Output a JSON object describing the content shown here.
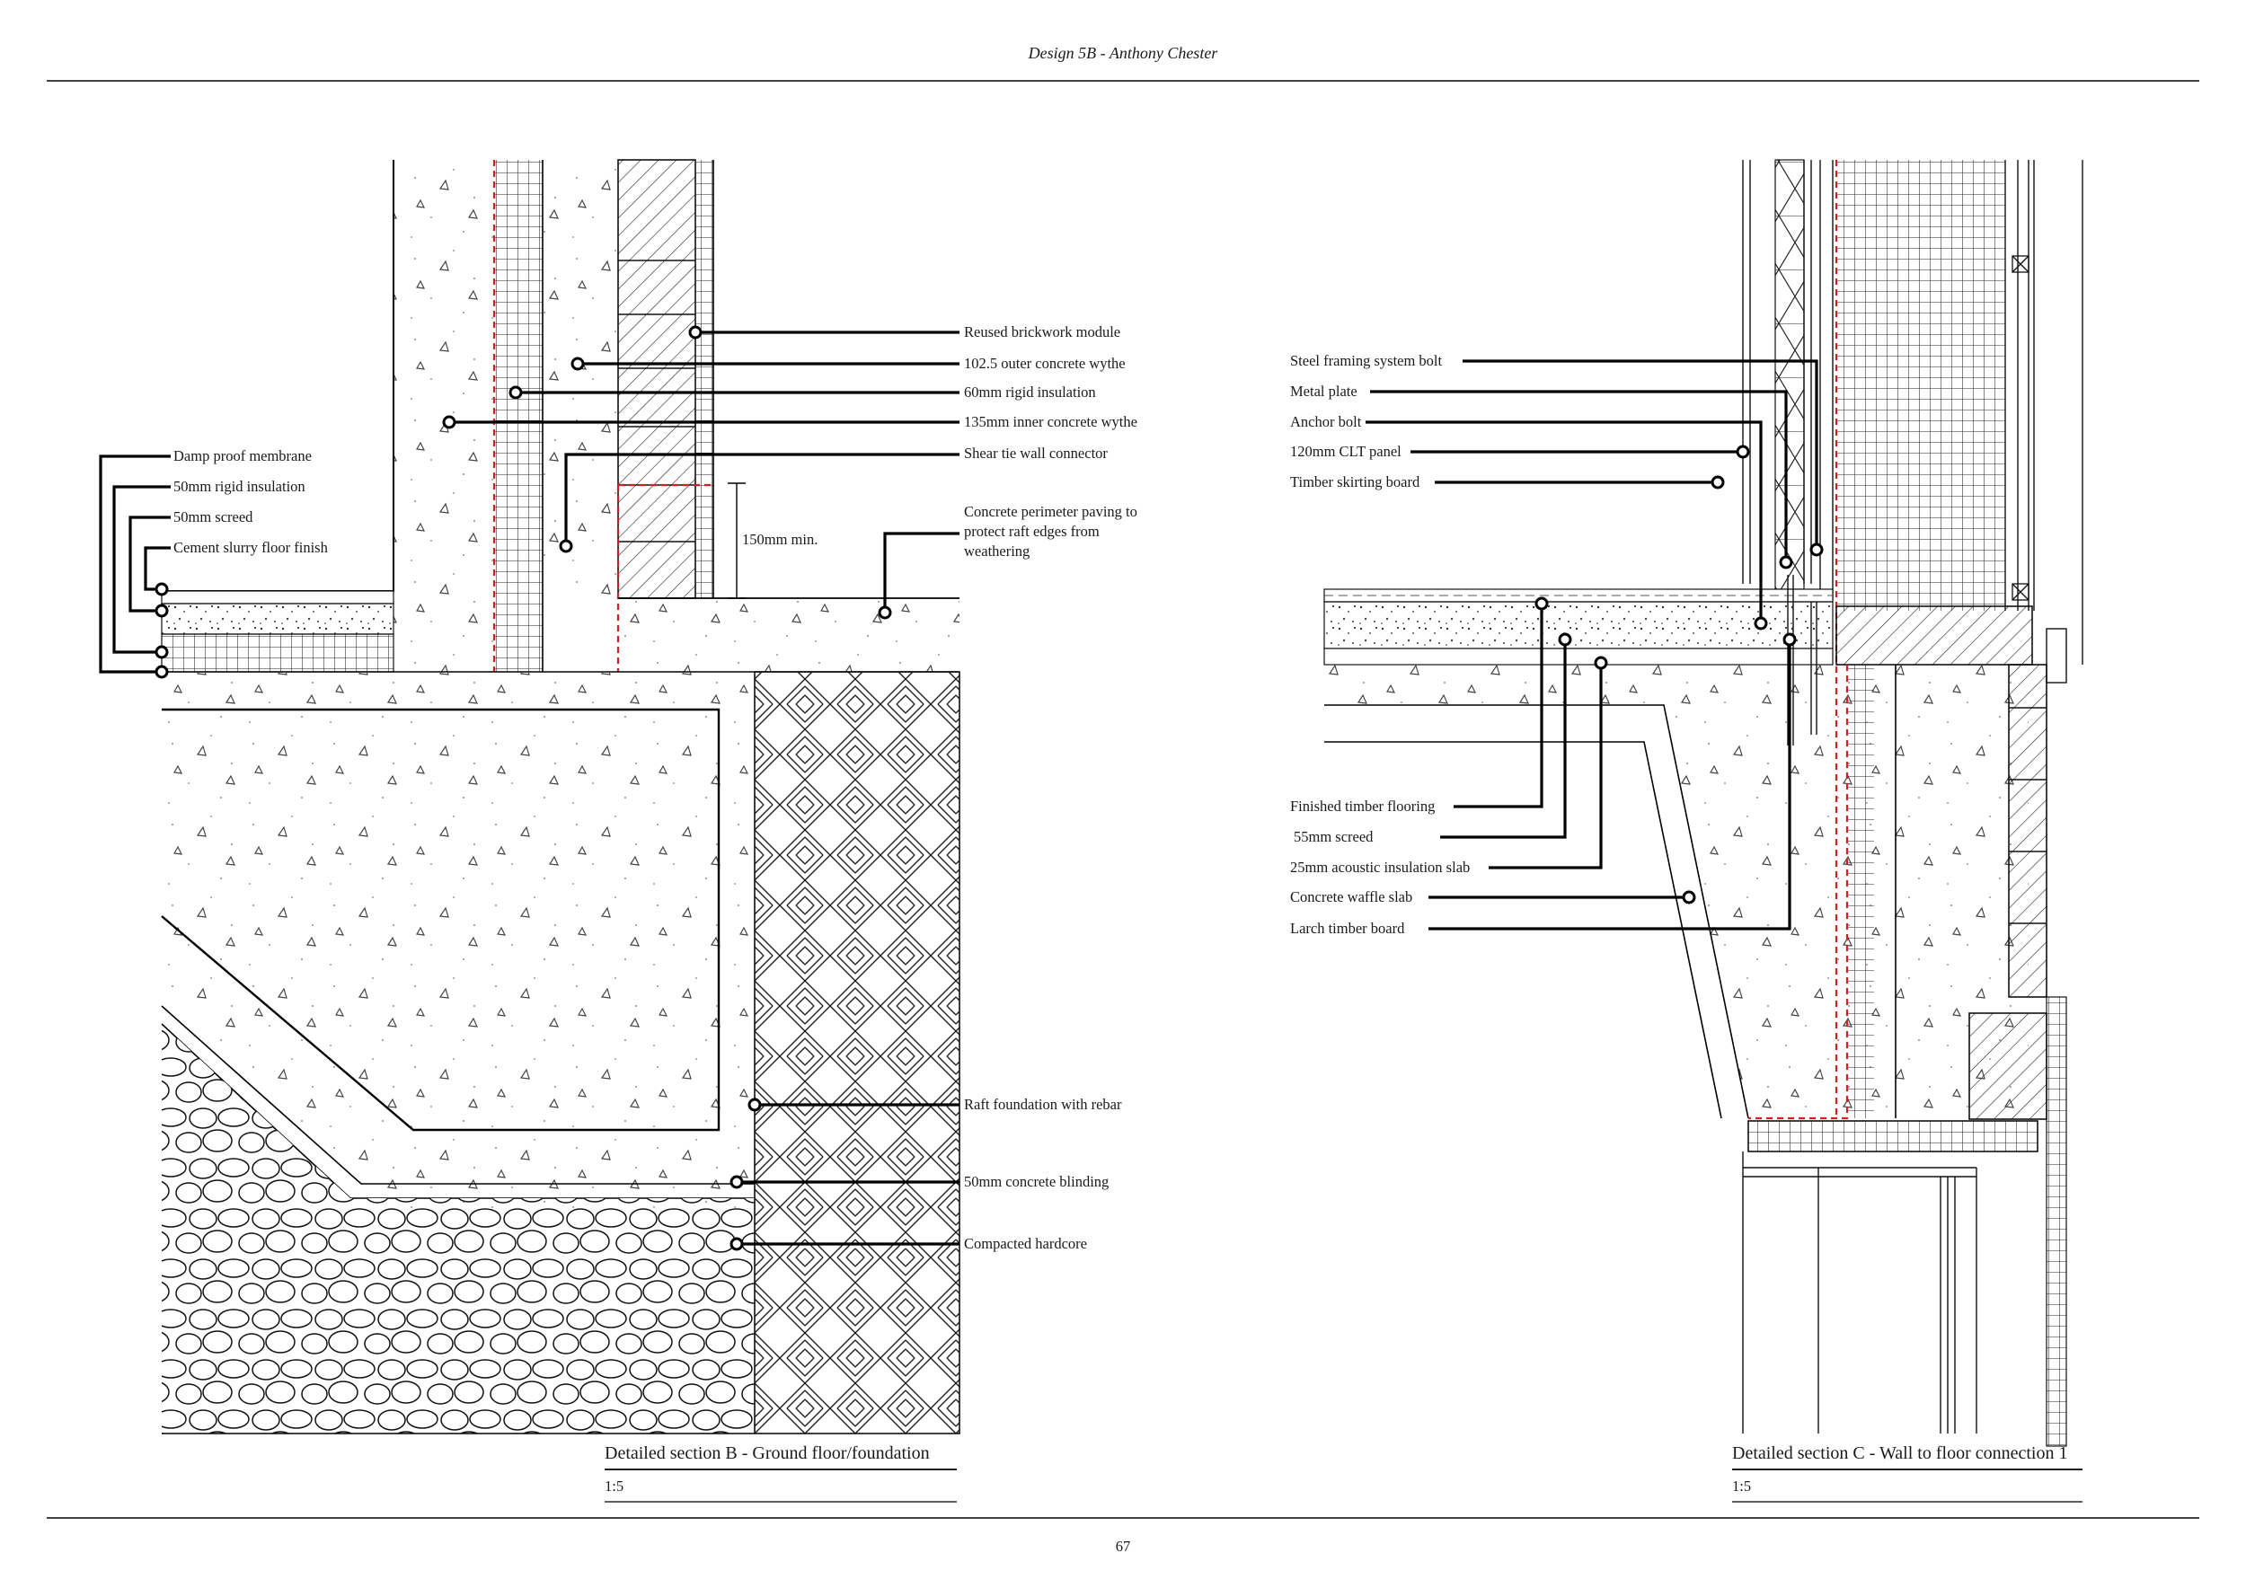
{
  "header": {
    "title": "Design 5B  - Anthony Chester"
  },
  "footer": {
    "page_number": "67"
  },
  "section_b": {
    "title": "Detailed section B - Ground floor/foundation",
    "scale": "1:5",
    "dimension": "150mm min.",
    "labels": {
      "brick": "Reused brickwork module",
      "outer_wythe": "102.5 outer concrete wythe",
      "rigid_ins_60": "60mm rigid insulation",
      "inner_wythe": "135mm inner concrete wythe",
      "shear_tie": "Shear tie wall connector",
      "paving_1": "Concrete perimeter paving to",
      "paving_2": "protect raft edges from",
      "paving_3": "weathering",
      "dpm": "Damp proof membrane",
      "rigid_ins_50": "50mm rigid insulation",
      "screed_50": "50mm screed",
      "slurry": "Cement slurry floor finish",
      "raft": "Raft foundation with rebar",
      "blinding": "50mm concrete blinding",
      "hardcore": "Compacted hardcore"
    }
  },
  "section_c": {
    "title": "Detailed section C - Wall to floor connection 1",
    "scale": "1:5",
    "labels": {
      "steel_bolt": "Steel framing system bolt",
      "metal_plate": "Metal plate",
      "anchor_bolt": "Anchor bolt",
      "clt": "120mm CLT panel",
      "skirting": "Timber skirting board",
      "timber_floor": "Finished timber flooring",
      "screed_55": "55mm screed",
      "acoustic": "25mm acoustic insulation slab",
      "waffle": "Concrete waffle slab",
      "larch": "Larch timber board"
    }
  },
  "colors": {
    "insulation_line": "#d21f1f",
    "ink": "#000000"
  }
}
